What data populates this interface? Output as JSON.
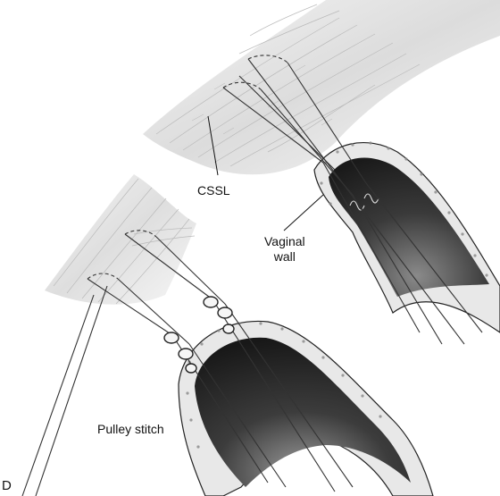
{
  "labels": {
    "ligament": "CSSL",
    "vaginal_line1": "Vaginal",
    "vaginal_line2": "wall",
    "stitch": "Pulley stitch",
    "panel": "D"
  },
  "colors": {
    "ink": "#111111",
    "tissue": "#c8c8c8",
    "cavity_dark": "#2a2a2a",
    "suture": "#3a3a3a"
  }
}
